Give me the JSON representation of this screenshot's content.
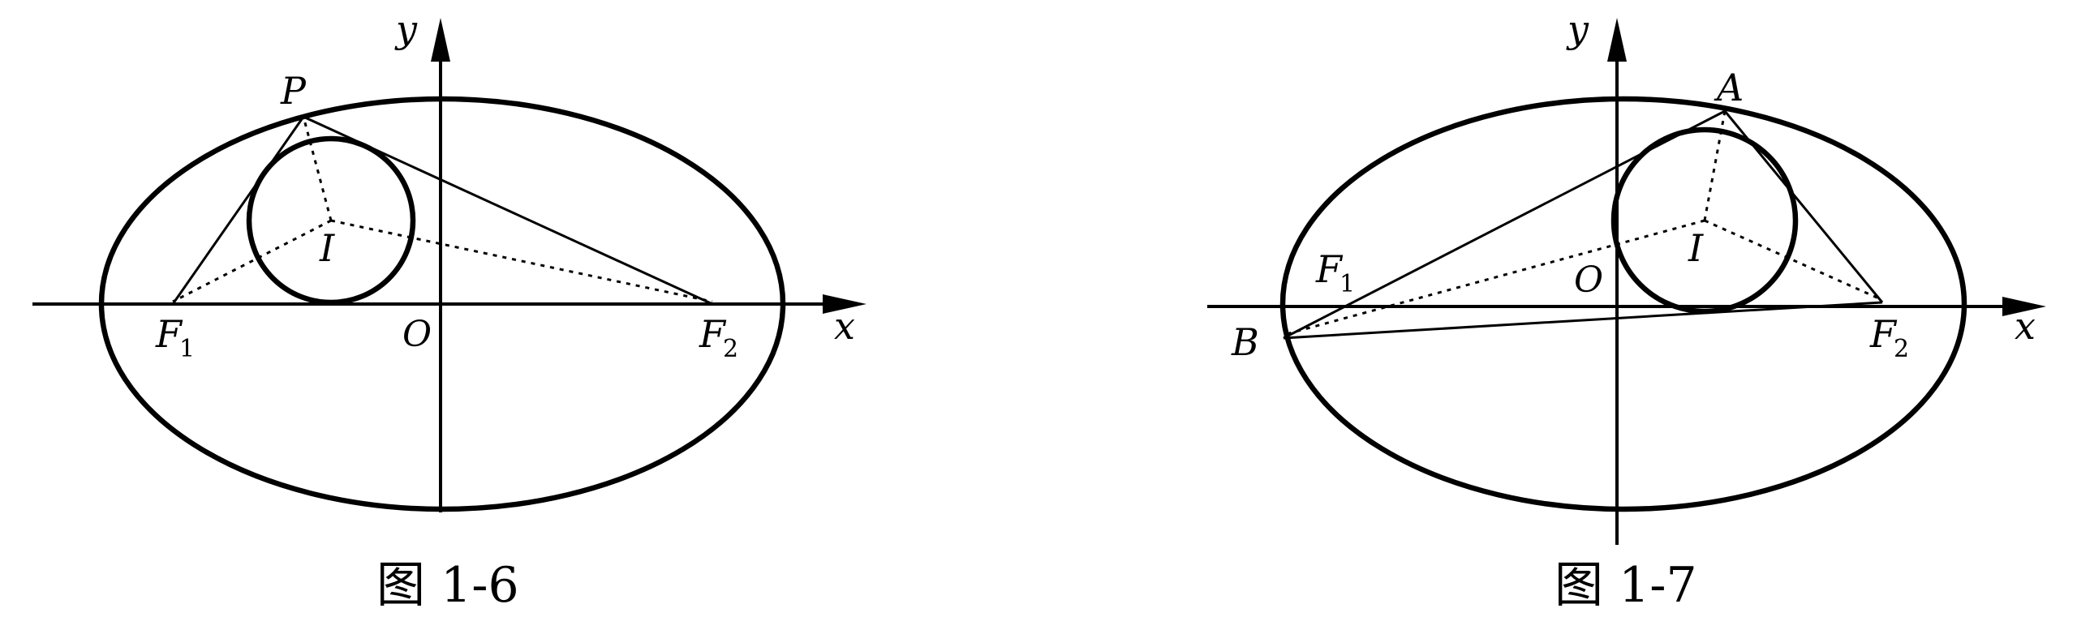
{
  "fig1": {
    "caption": "图 1-6",
    "labels": {
      "x": "x",
      "y": "y",
      "O": "O",
      "P": "P",
      "I": "I",
      "F1": "F",
      "F1_sub": "1",
      "F2": "F",
      "F2_sub": "2"
    }
  },
  "fig2": {
    "caption": "图 1-7",
    "labels": {
      "x": "x",
      "y": "y",
      "O": "O",
      "A": "A",
      "B": "B",
      "I": "I",
      "F1": "F",
      "F1_sub": "1",
      "F2": "F",
      "F2_sub": "2"
    }
  }
}
